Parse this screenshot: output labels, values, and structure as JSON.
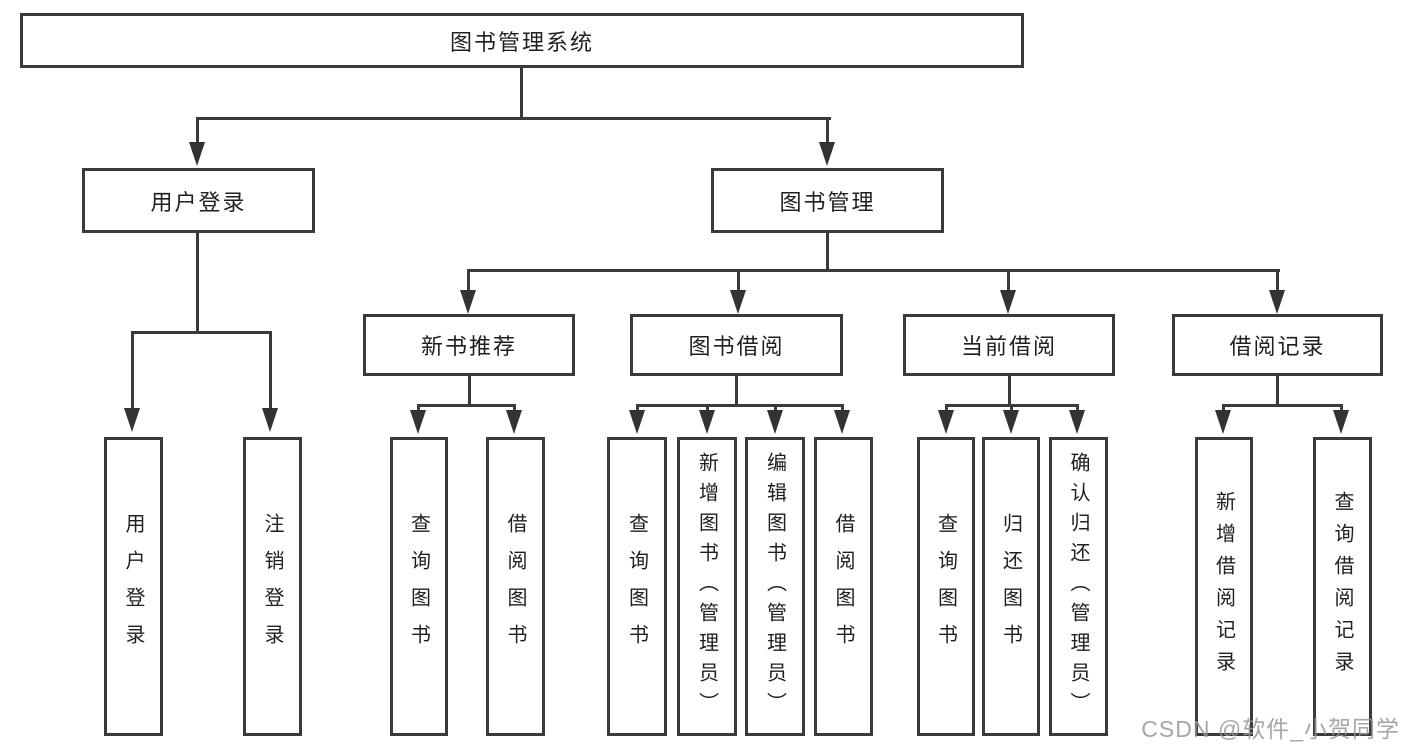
{
  "diagram": {
    "title": "图书管理系统",
    "branches": [
      {
        "label": "用户登录",
        "children": [
          {
            "label": "用户登录"
          },
          {
            "label": "注销登录"
          }
        ]
      },
      {
        "label": "图书管理",
        "children": [
          {
            "label": "新书推荐",
            "children": [
              {
                "label": "查询图书"
              },
              {
                "label": "借阅图书"
              }
            ]
          },
          {
            "label": "图书借阅",
            "children": [
              {
                "label": "查询图书"
              },
              {
                "label": "新增图书（管理员）"
              },
              {
                "label": "编辑图书（管理员）"
              },
              {
                "label": "借阅图书"
              }
            ]
          },
          {
            "label": "当前借阅",
            "children": [
              {
                "label": "查询图书"
              },
              {
                "label": "归还图书"
              },
              {
                "label": "确认归还（管理员）"
              }
            ]
          },
          {
            "label": "借阅记录",
            "children": [
              {
                "label": "新增借阅记录"
              },
              {
                "label": "查询借阅记录"
              }
            ]
          }
        ]
      }
    ]
  },
  "watermark": {
    "text": "CSDN @软件_小贺同学"
  },
  "colors": {
    "line": "#3a3a3a",
    "text": "#1f1f1f",
    "background": "#ffffff",
    "watermark": "#969696"
  }
}
